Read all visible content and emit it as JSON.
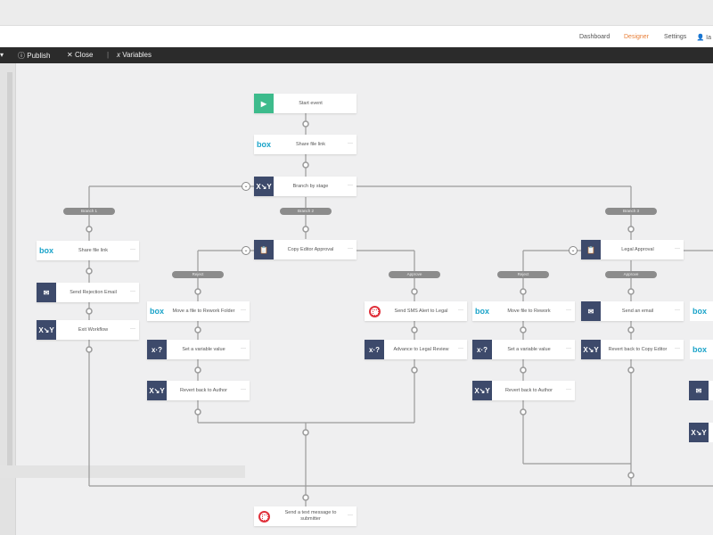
{
  "header": {
    "nav": [
      "Dashboard",
      "Designer",
      "Settings"
    ],
    "active": "Designer",
    "user_initial": "Ia",
    "accent": "#e8803a"
  },
  "toolbar": {
    "publish": "Publish",
    "close": "Close",
    "variables": "Variables"
  },
  "nodes": [
    {
      "id": "start",
      "label": "Start event",
      "icon": "play-icon"
    },
    {
      "id": "share1",
      "label": "Share file link",
      "icon": "box-icon"
    },
    {
      "id": "branch",
      "label": "Branch by stage",
      "icon": "branch-icon"
    },
    {
      "id": "b1share",
      "label": "Share file link",
      "icon": "box-icon"
    },
    {
      "id": "b1email",
      "label": "Send Rejection Email",
      "icon": "email-icon"
    },
    {
      "id": "b1exit",
      "label": "Exit Workflow",
      "icon": "branch-icon"
    },
    {
      "id": "copyed",
      "label": "Copy Editor Approval",
      "icon": "approval-icon"
    },
    {
      "id": "r1move",
      "label": "Move a file to Rework Folder",
      "icon": "box-icon"
    },
    {
      "id": "r1set",
      "label": "Set a variable value",
      "icon": "variable-icon"
    },
    {
      "id": "r1rev",
      "label": "Revert back to Author",
      "icon": "branch-icon"
    },
    {
      "id": "a1sms",
      "label": "Send SMS Alert to Legal",
      "icon": "twilio-icon"
    },
    {
      "id": "a1adv",
      "label": "Advance to Legal Review",
      "icon": "variable-icon"
    },
    {
      "id": "legal",
      "label": "Legal Approval",
      "icon": "approval-icon"
    },
    {
      "id": "r2move",
      "label": "Move file to Rework",
      "icon": "box-icon"
    },
    {
      "id": "r2set",
      "label": "Set a variable value",
      "icon": "variable-icon"
    },
    {
      "id": "r2rev",
      "label": "Revert back to Author",
      "icon": "branch-icon"
    },
    {
      "id": "a2email",
      "label": "Send an email",
      "icon": "email-icon"
    },
    {
      "id": "a2rev",
      "label": "Revert back to Copy Editor",
      "icon": "branch-icon"
    },
    {
      "id": "final",
      "label": "Send a text message to submitter",
      "icon": "twilio-icon"
    }
  ],
  "pills": {
    "branch1": "Branch 1",
    "branch2": "Branch 2",
    "branch3": "Branch 3",
    "reject": "Reject",
    "approve": "Approve"
  }
}
